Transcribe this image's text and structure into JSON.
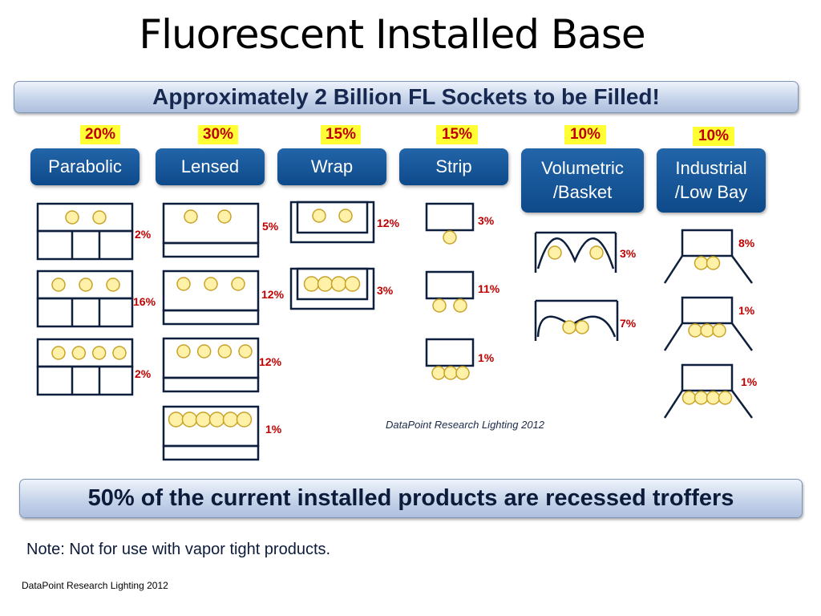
{
  "title": "Fluorescent Installed Base",
  "banner_top": "Approximately 2 Billion FL Sockets to be Filled!",
  "categories": [
    {
      "name": "Parabolic",
      "share": "20%"
    },
    {
      "name": "Lensed",
      "share": "30%"
    },
    {
      "name": "Wrap",
      "share": "15%"
    },
    {
      "name": "Strip",
      "share": "15%"
    },
    {
      "name": "Volumetric\n/Basket",
      "share": "10%"
    },
    {
      "name": "Industrial\n/Low Bay",
      "share": "10%"
    }
  ],
  "fixtures": {
    "parabolic": [
      {
        "lamps": 2,
        "pct": "2%"
      },
      {
        "lamps": 3,
        "pct": "16%"
      },
      {
        "lamps": 4,
        "pct": "2%"
      }
    ],
    "lensed": [
      {
        "lamps": 2,
        "pct": "5%"
      },
      {
        "lamps": 3,
        "pct": "12%"
      },
      {
        "lamps": 4,
        "pct": "12%"
      },
      {
        "lamps": 6,
        "pct": "1%"
      }
    ],
    "wrap": [
      {
        "lamps": 2,
        "pct": "12%"
      },
      {
        "lamps": 4,
        "pct": "3%"
      }
    ],
    "strip": [
      {
        "lamps": 1,
        "pct": "3%"
      },
      {
        "lamps": 2,
        "pct": "11%"
      },
      {
        "lamps": 3,
        "pct": "1%"
      }
    ],
    "volumetric": [
      {
        "lamps": 2,
        "pct": "3%"
      },
      {
        "lamps": 2,
        "pct": "7%"
      }
    ],
    "industrial": [
      {
        "lamps": 2,
        "pct": "8%"
      },
      {
        "lamps": 3,
        "pct": "1%"
      },
      {
        "lamps": 4,
        "pct": "1%"
      }
    ]
  },
  "credit": "DataPoint Research Lighting 2012",
  "banner_bottom": "50% of the current installed products are recessed troffers",
  "note": "Note: Not for use with vapor tight products.",
  "source": "DataPoint Research Lighting 2012",
  "colors": {
    "accent_button": "#0e4a8a",
    "badge_bg": "#ffff33",
    "percent_text": "#c00000",
    "fixture_line": "#0d1f3c",
    "lamp_fill": "#fff2a8",
    "lamp_stroke": "#c9a227"
  }
}
